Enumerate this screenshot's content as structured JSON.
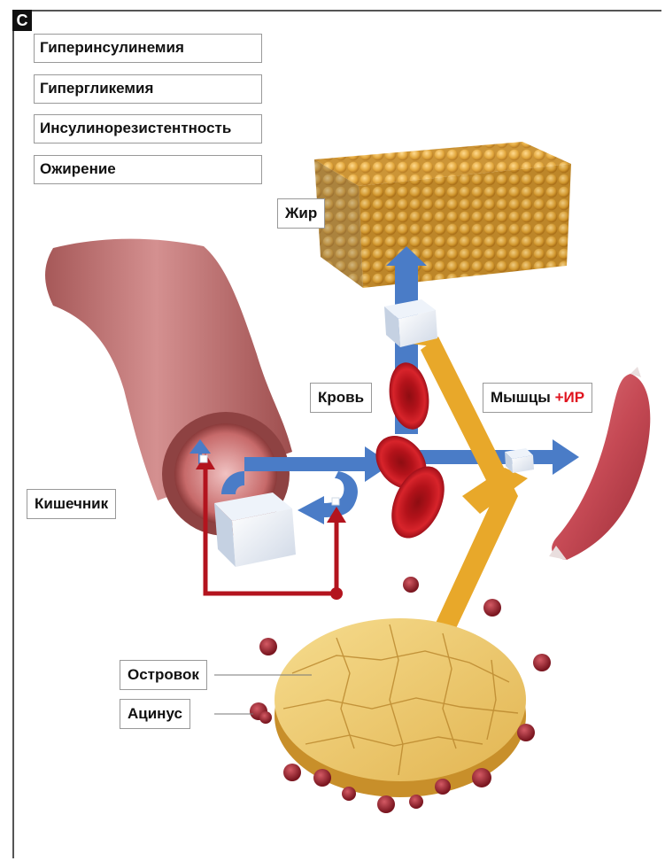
{
  "panel": {
    "letter": "C"
  },
  "legend": {
    "items": [
      "Гиперинсулинемия",
      "Гипергликемия",
      "Инсулинорезистентность",
      "Ожирение"
    ]
  },
  "labels": {
    "fat": "Жир",
    "blood": "Кровь",
    "muscle": "Мышцы",
    "muscle_ir": "+ИР",
    "intestine": "Кишечник",
    "islet": "Островок",
    "acinus": "Ацинус"
  },
  "colors": {
    "glucose_arrow": "#4a7cc7",
    "insulin_arrow": "#e8a82a",
    "red_arrow": "#b3141e",
    "ir_text": "#e0141e",
    "fat": "#e3a93a",
    "muscle": "#c9505a",
    "intestine": "#b86666",
    "rbc": "#c0151d"
  }
}
